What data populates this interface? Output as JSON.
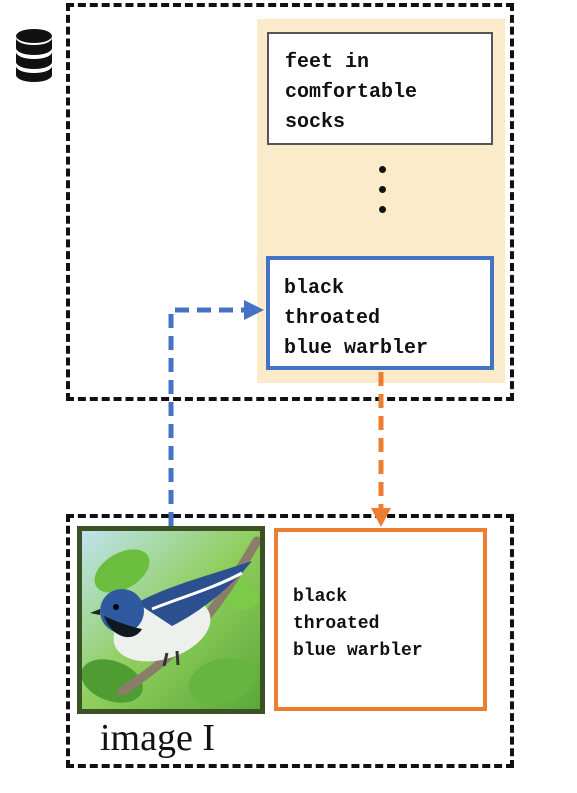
{
  "memory": {
    "entries": [
      {
        "text": "feet in\ncomfortable\nsocks"
      },
      {
        "text": "black\nthroated\nblue warbler"
      }
    ]
  },
  "query_image": {
    "label": "image I"
  },
  "output": {
    "text": "black\nthroated\nblue warbler"
  },
  "colors": {
    "pool_background": "#fcebcb",
    "retrieval_arrow": "#4472c4",
    "output_arrow": "#ed7d31",
    "image_border": "#3a5224",
    "feet_box_border": "#555555"
  },
  "icons": {
    "database": "database-icon",
    "image": "bird-photo"
  }
}
